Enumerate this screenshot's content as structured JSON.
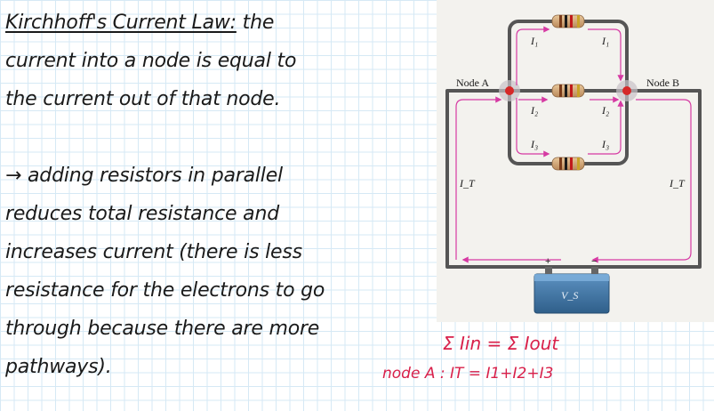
{
  "notes": {
    "title": "Kirchhoff's Current Law:",
    "line1_rest": " the",
    "line2": "current into a node is equal to",
    "line3": "the current out of that node.",
    "line5": "→ adding resistors in parallel",
    "line6": "reduces total resistance and",
    "line7": "increases current (there is less",
    "line8": "resistance for the electrons to go",
    "line9": "through because there are more",
    "line10": "pathways)."
  },
  "figure": {
    "node_a": "Node A",
    "node_b": "Node B",
    "i1_left": "I₁",
    "i1_right": "I₁",
    "i2_left": "I₂",
    "i2_right": "I₂",
    "i3_left": "I₃",
    "i3_right": "I₃",
    "it_left": "I_T",
    "it_right": "I_T",
    "plus": "+",
    "minus": "−",
    "battery": "V_S"
  },
  "handwriting": {
    "eq1": "Σ Iin  = Σ Iout",
    "eq2": "node A : IT = I1+I2+I3"
  },
  "colors": {
    "ink": "#1a1a1a",
    "handwriting": "#d8204a",
    "current_arrows": "#d63aa3",
    "wire": "#555555",
    "battery": "#3f77a8",
    "grid": "#d6e9f5"
  }
}
